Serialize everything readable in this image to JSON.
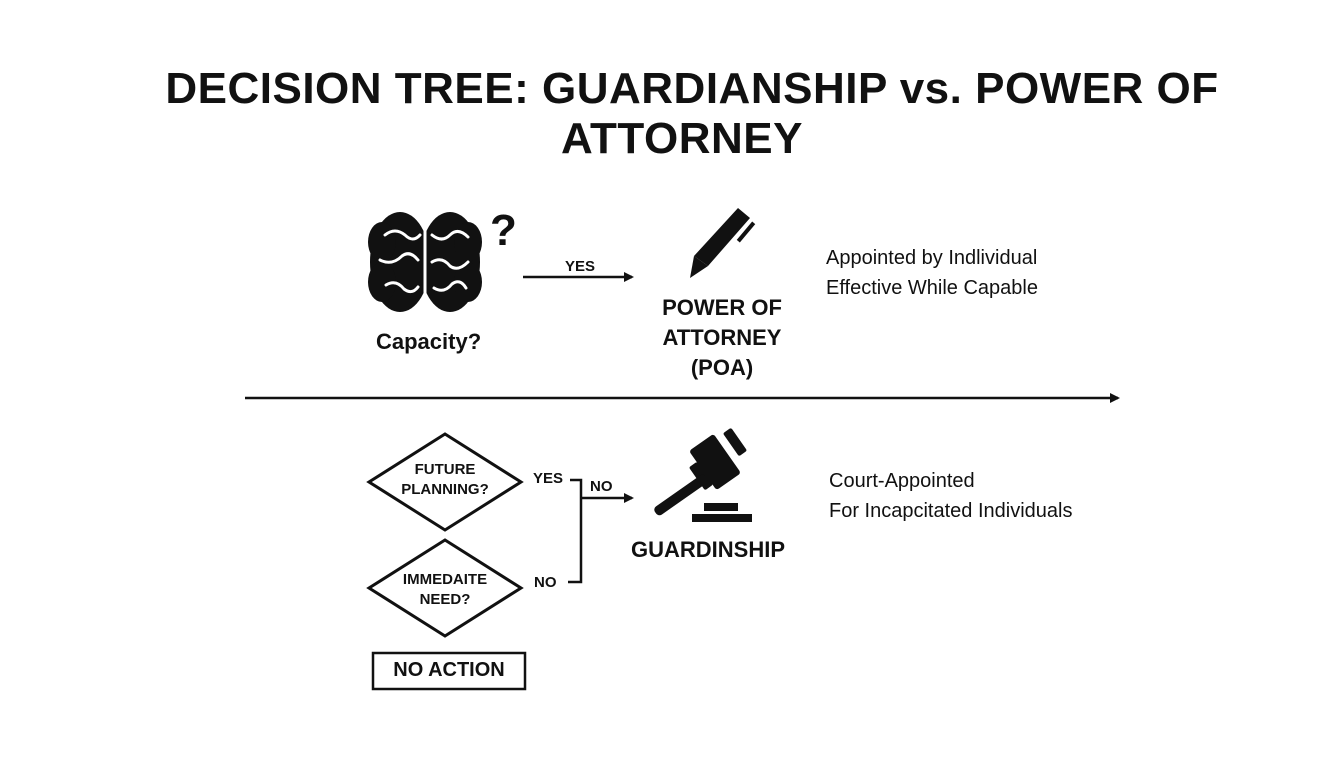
{
  "title": {
    "line1": "DECISION TREE: GUARDIANSHIP vs. POWER OF",
    "line2": "ATTORNEY"
  },
  "top_branch": {
    "question_label": "Capacity?",
    "question_mark": "?",
    "arrow_label": "YES",
    "result_lines": [
      "POWER OF",
      "ATTORNEY",
      "(POA)"
    ],
    "description_lines": [
      "Appointed by Indlividual",
      "Effective While Capable"
    ],
    "icons": [
      "brain-icon",
      "pen-icon"
    ]
  },
  "bottom_branch": {
    "diamond1_lines": [
      "FUTURE",
      "PLANNING?"
    ],
    "diamond2_lines": [
      "IMMEDAITE",
      "NEED?"
    ],
    "diamond1_exit": "YES",
    "diamond2_exit": "NO",
    "arrow_label": "NO",
    "result_label": "GUARDINSHIP",
    "description_lines": [
      "Court-Appointed",
      "For Incapcitated Individuals"
    ],
    "fallback_box": "NO ACTION",
    "icons": [
      "gavel-icon"
    ]
  },
  "colors": {
    "ink": "#111111",
    "background": "#ffffff"
  }
}
